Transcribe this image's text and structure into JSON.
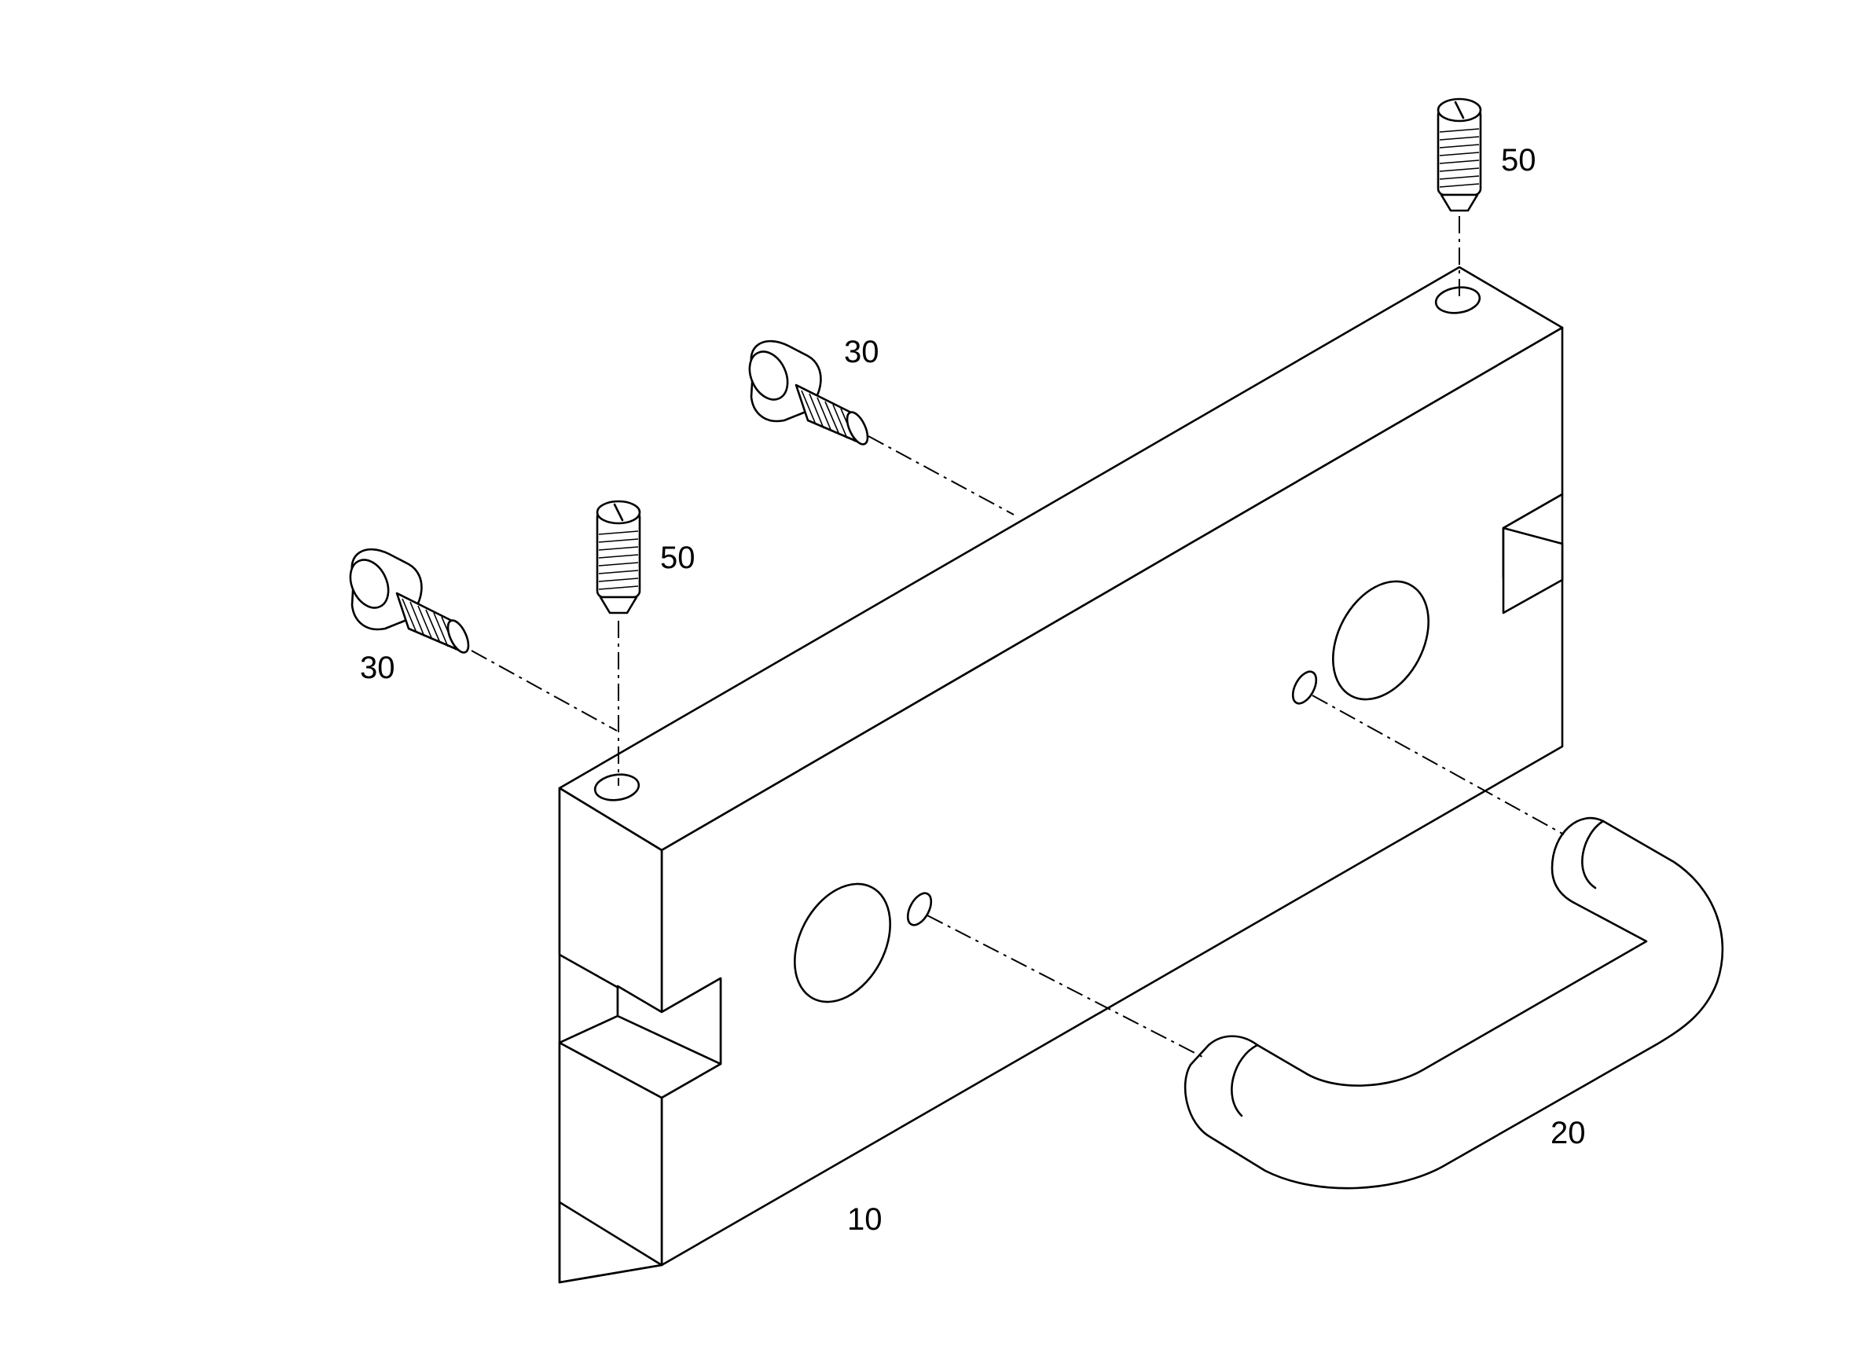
{
  "diagram": {
    "callouts": [
      {
        "id": "part-10",
        "text": "10"
      },
      {
        "id": "part-20",
        "text": "20"
      },
      {
        "id": "part-30-left",
        "text": "30"
      },
      {
        "id": "part-30-top",
        "text": "30"
      },
      {
        "id": "part-50-left",
        "text": "50"
      },
      {
        "id": "part-50-right",
        "text": "50"
      }
    ],
    "colors": {
      "line": "#000000",
      "background": "#ffffff"
    }
  }
}
